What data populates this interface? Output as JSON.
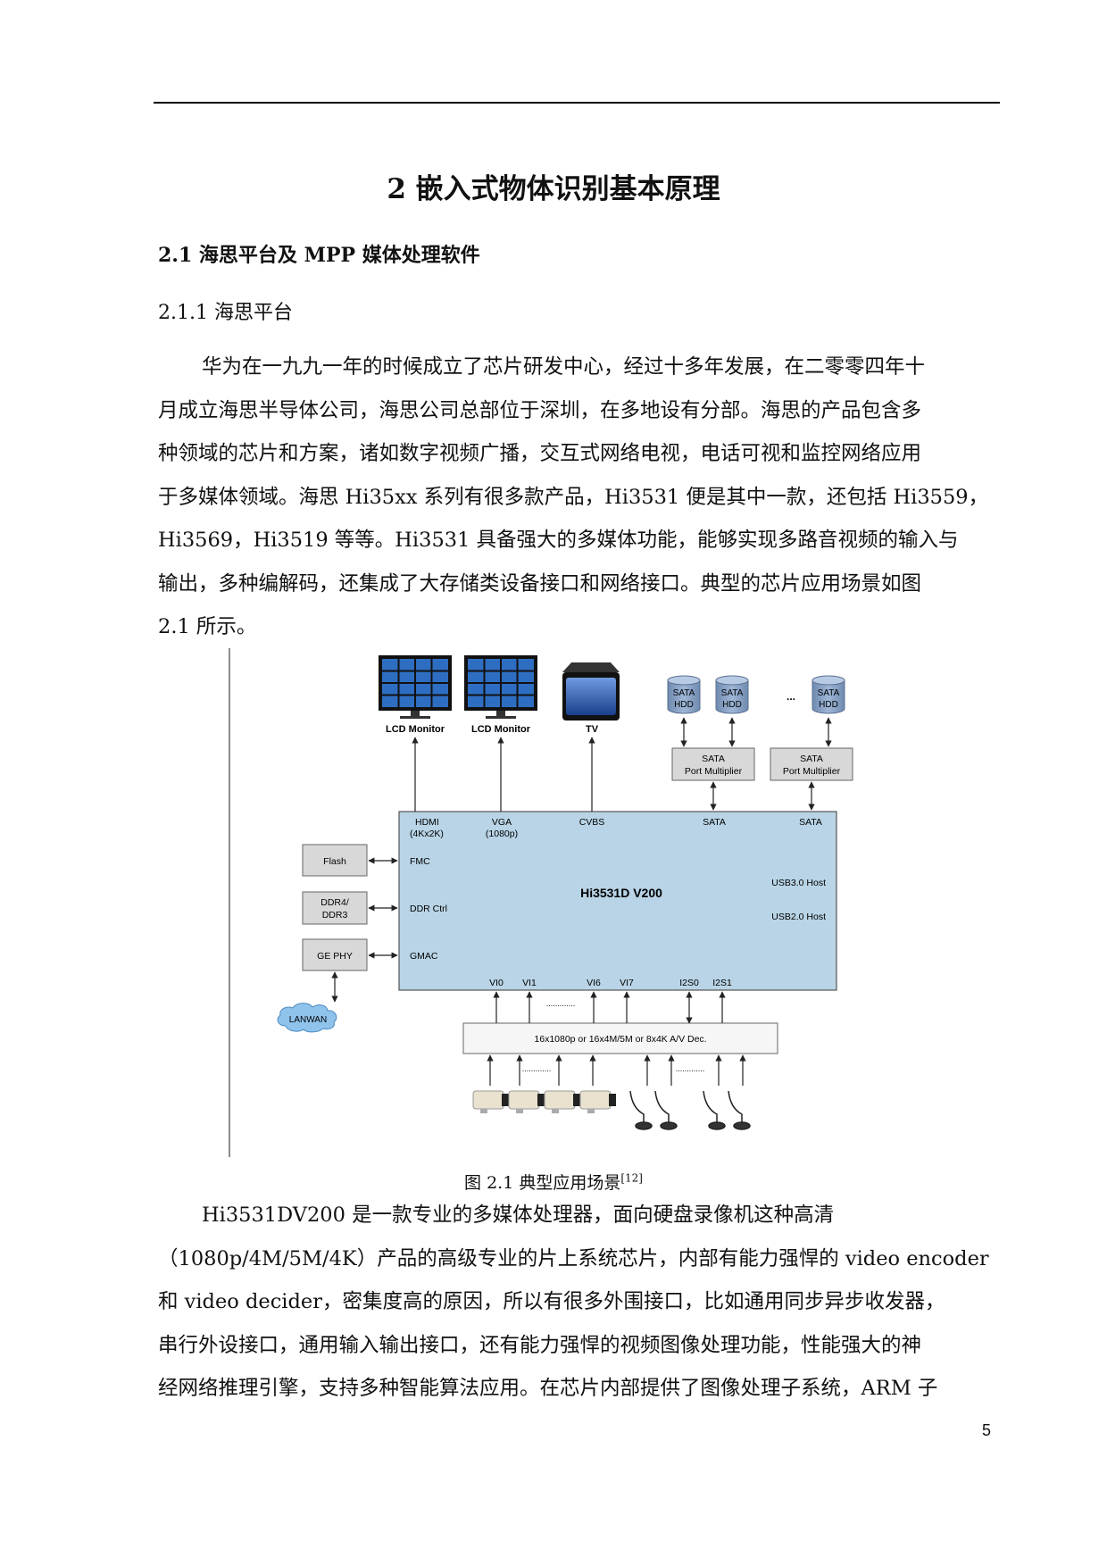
{
  "chapter_title": "2 嵌入式物体识别基本原理",
  "section_title": "2.1 海思平台及 MPP 媒体处理软件",
  "subsection_title": "2.1.1 海思平台",
  "paragraph1_lines": [
    "华为在一九九一年的时候成立了芯片研发中心，经过十多年发展，在二零零四年十",
    "月成立海思半导体公司，海思公司总部位于深圳，在多地设有分部。海思的产品包含多",
    "种领域的芯片和方案，诸如数字视频广播，交互式网络电视，电话可视和监控网络应用",
    "于多媒体领域。海思 Hi35xx 系列有很多款产品，Hi3531 便是其中一款，还包括 Hi3559，",
    "Hi3569，Hi3519 等等。Hi3531 具备强大的多媒体功能，能够实现多路音视频的输入与",
    "输出，多种编解码，还集成了大存储类设备接口和网络接口。典型的芯片应用场景如图",
    "2.1 所示。"
  ],
  "figure": {
    "lcd1": "LCD Monitor",
    "lcd2": "LCD Monitor",
    "tv": "TV",
    "sata": "SATA",
    "hdd": "HDD",
    "ellipsis": "...",
    "port_multiplier": "Port Multiplier",
    "hdmi": "HDMI",
    "hdmi_res": "(4Kx2K)",
    "vga": "VGA",
    "vga_res": "(1080p)",
    "cvbs": "CVBS",
    "fmc": "FMC",
    "ddr_ctrl": "DDR Ctrl",
    "gmac": "GMAC",
    "chip": "Hi3531D V200",
    "usb3": "USB3.0 Host",
    "usb2": "USB2.0 Host",
    "vi0": "VI0",
    "vi1": "VI1",
    "vi6": "VI6",
    "vi7": "VI7",
    "i2s0": "I2S0",
    "i2s1": "I2S1",
    "flash": "Flash",
    "ddr4": "DDR4/",
    "ddr3": "DDR3",
    "gephy": "GE PHY",
    "lanwan": "LANWAN",
    "decoder": "16x1080p or 16x4M/5M or 8x4K A/V Dec.",
    "dots": "............."
  },
  "caption": "图 2.1  典型应用场景",
  "caption_ref": "[12]",
  "paragraph2_lines": [
    "Hi3531DV200 是一款专业的多媒体处理器，面向硬盘录像机这种高清",
    "（1080p/4M/5M/4K）产品的高级专业的片上系统芯片，内部有能力强悍的 video encoder",
    "和 video decider，密集度高的原因，所以有很多外围接口，比如通用同步异步收发器，",
    "串行外设接口，通用输入输出接口，还有能力强悍的视频图像处理功能，性能强大的神",
    "经网络推理引擎，支持多种智能算法应用。在芯片内部提供了图像处理子系统，ARM 子"
  ],
  "page_number": "5"
}
